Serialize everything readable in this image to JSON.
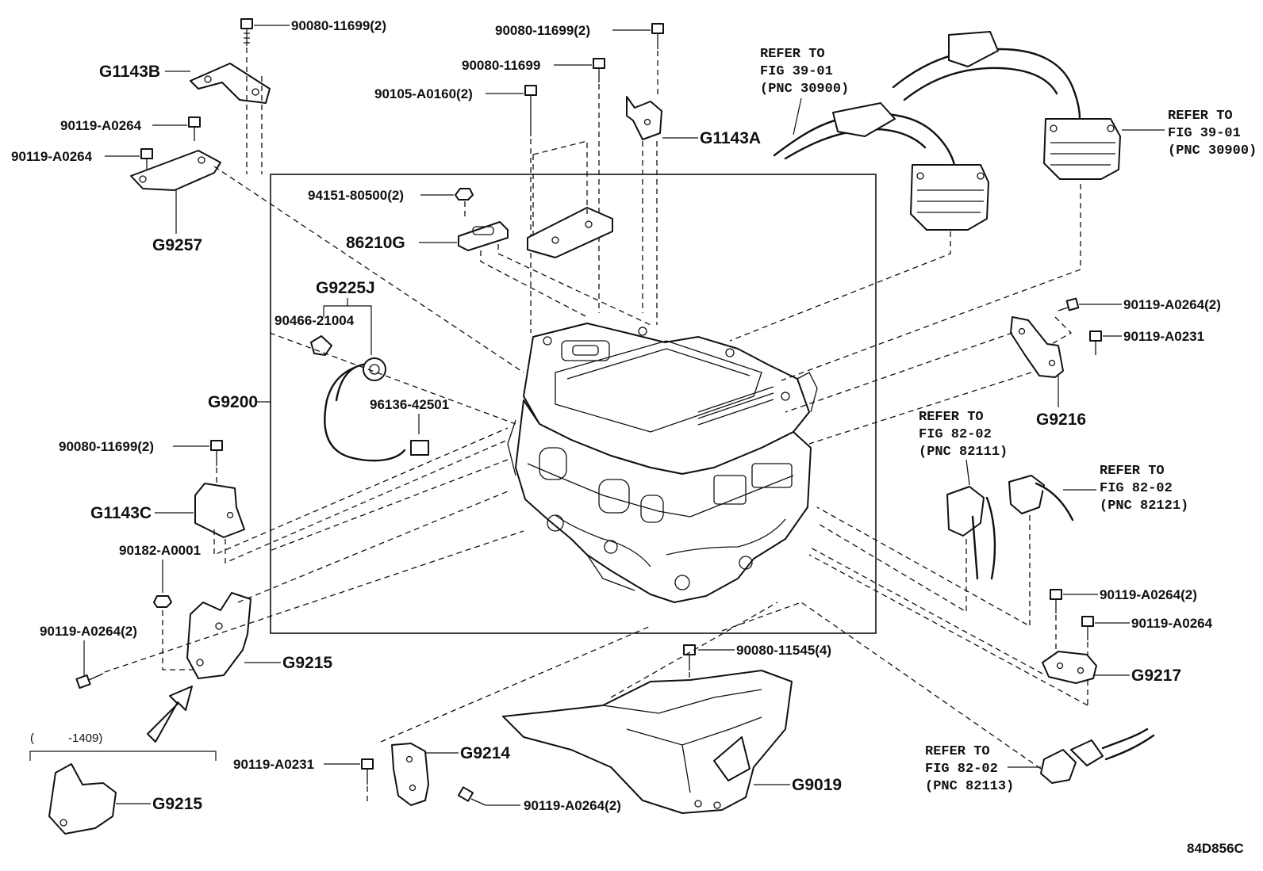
{
  "diagram_id": "84D856C",
  "parts": {
    "g1143b": "G1143B",
    "g1143a": "G1143A",
    "g1143c": "G1143C",
    "g9257": "G9257",
    "g9225j": "G9225J",
    "g9200": "G9200",
    "g9216": "G9216",
    "g9215": "G9215",
    "g9215_variant": "G9215",
    "g9217": "G9217",
    "g9214": "G9214",
    "g9019": "G9019",
    "p86210g": "86210G"
  },
  "fasteners": {
    "f_top_left": "90080-11699(2)",
    "f_top_mid": "90080-11699(2)",
    "f_mid": "90080-11699",
    "f_90105": "90105-A0160(2)",
    "f_90119_a": "90119-A0264",
    "f_90119_b": "90119-A0264",
    "f_94151": "94151-80500(2)",
    "f_90466": "90466-21004",
    "f_96136": "96136-42501",
    "f_right_1": "90119-A0264(2)",
    "f_right_2": "90119-A0231",
    "f_left_c": "90080-11699(2)",
    "f_90182": "90182-A0001",
    "f_left_low": "90119-A0264(2)",
    "f_lower_right_1": "90119-A0264(2)",
    "f_lower_right_2": "90119-A0264",
    "f_90080_11545": "90080-11545(4)",
    "f_bottom_0231": "90119-A0231",
    "f_bottom_0264": "90119-A0264(2)"
  },
  "references": [
    {
      "line1": "REFER TO",
      "line2": "FIG 39-01",
      "line3": "(PNC 30900)"
    },
    {
      "line1": "REFER TO",
      "line2": "FIG 39-01",
      "line3": "(PNC 30900)"
    },
    {
      "line1": "REFER TO",
      "line2": "FIG 82-02",
      "line3": "(PNC 82111)"
    },
    {
      "line1": "REFER TO",
      "line2": "FIG 82-02",
      "line3": "(PNC 82121)"
    },
    {
      "line1": "REFER TO",
      "line2": "FIG 82-02",
      "line3": "(PNC 82113)"
    }
  ],
  "variant_note": {
    "open": "(",
    "range": "-1409)"
  }
}
